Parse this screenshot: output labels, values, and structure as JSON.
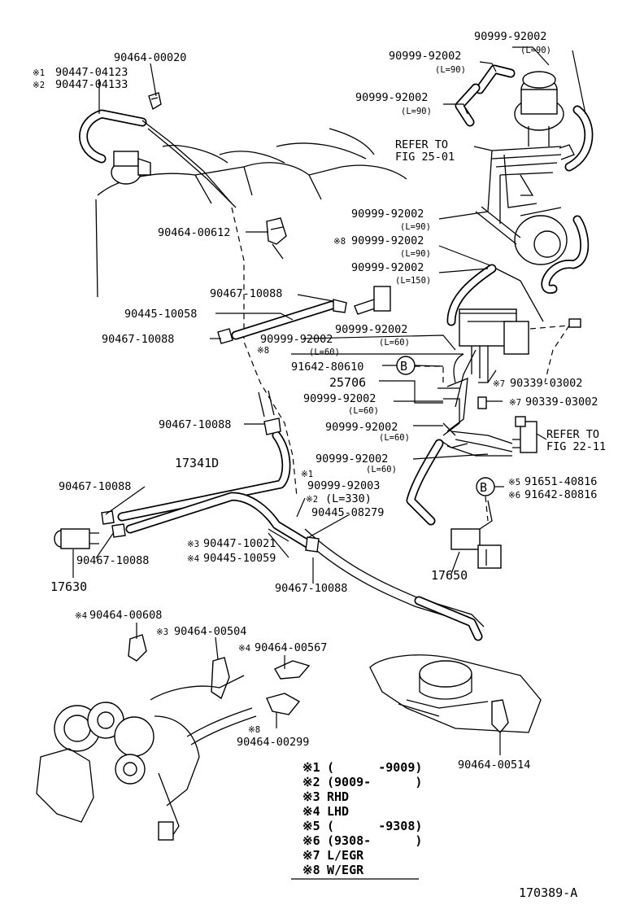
{
  "labels": {
    "p_90999_92002_top": "90999-92002",
    "l90_top": "(L=90)",
    "p_90999_92002_b": "90999-92002",
    "l90_b": "(L=90)",
    "p_90999_92002_c": "90999-92002",
    "l90_c": "(L=90)",
    "refer_25_1": "REFER TO",
    "refer_25_2": "FIG 25-01",
    "p_90464_00020": "90464-00020",
    "p_90447_04123": "90447-04123",
    "p_90447_04133": "90447-04133",
    "m1_a": "※1",
    "m2_a": "※2",
    "p_90464_00612": "90464-00612",
    "p_90999_92002_d": "90999-92002",
    "l90_d": "(L=90)",
    "m8_a": "※8",
    "p_90999_92002_e": "90999-92002",
    "l90_e": "(L=90)",
    "p_90999_92002_f": "90999-92002",
    "l150": "(L=150)",
    "p_90467_10088_a": "90467-10088",
    "p_90445_10058": "90445-10058",
    "p_90467_10088_b": "90467-10088",
    "p_90999_92002_g": "90999-92002",
    "l60_g": "(L=60)",
    "m8_b": "※8",
    "p_90999_92002_h": "90999-92002",
    "l60_h": "(L=60)",
    "p_91642_80610": "91642-80610",
    "b_mark_1": "B",
    "p_25706": "25706",
    "m7_a": "※7",
    "p_90339_03002_a": "90339-03002",
    "p_90999_92002_i": "90999-92002",
    "l60_i": "(L=60)",
    "m7_b": "※7",
    "p_90339_03002_b": "90339-03002",
    "p_90467_10088_c": "90467-10088",
    "p_90999_92002_j": "90999-92002",
    "l60_j": "(L=60)",
    "refer_22_1": "REFER TO",
    "refer_22_2": "FIG 22-11",
    "p_90999_92002_k": "90999-92002",
    "l60_k": "(L=60)",
    "p_17341D": "17341D",
    "m1_b": "※1",
    "p_90999_92003": "90999-92003",
    "m2_b": "※2",
    "l330": "(L=330)",
    "p_90445_08279": "90445-08279",
    "p_90467_10088_d": "90467-10088",
    "m5": "※5",
    "p_91651_40816": "91651-40816",
    "m6": "※6",
    "p_91642_80816": "91642-80816",
    "b_mark_2": "B",
    "m3_a": "※3",
    "p_90447_10021": "90447-10021",
    "m4_a": "※4",
    "p_90445_10059": "90445-10059",
    "p_90467_10088_e": "90467-10088",
    "p_17630": "17630",
    "p_17650": "17650",
    "p_90467_10088_f": "90467-10088",
    "m4_b": "※4",
    "p_90464_00608": "90464-00608",
    "m3_b": "※3",
    "p_90464_00504": "90464-00504",
    "m4_c": "※4",
    "p_90464_00567": "90464-00567",
    "m8_c": "※8",
    "p_90464_00299": "90464-00299",
    "p_90464_00514": "90464-00514",
    "figure_id": "170389-A"
  },
  "legend": [
    {
      "mark": "※1",
      "text": "(      -9009)"
    },
    {
      "mark": "※2",
      "text": "(9009-      )"
    },
    {
      "mark": "※3",
      "text": "RHD"
    },
    {
      "mark": "※4",
      "text": "LHD"
    },
    {
      "mark": "※5",
      "text": "(      -9308)"
    },
    {
      "mark": "※6",
      "text": "(9308-      )"
    },
    {
      "mark": "※7",
      "text": "L/EGR"
    },
    {
      "mark": "※8",
      "text": "W/EGR"
    }
  ]
}
